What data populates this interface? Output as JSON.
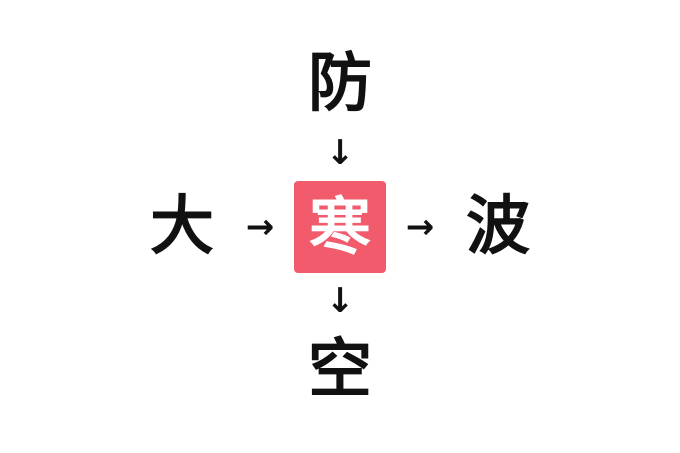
{
  "puzzle": {
    "type": "kanji-crossword",
    "center_kanji": "寒",
    "top_kanji": "防",
    "left_kanji": "大",
    "right_kanji": "波",
    "bottom_kanji": "空",
    "arrows": {
      "top_to_center": "↓",
      "left_to_center": "→",
      "center_to_right": "→",
      "center_to_bottom": "↓"
    },
    "colors": {
      "background": "#ffffff",
      "kanji_text": "#111111",
      "center_box_bg": "#f15b6c",
      "center_box_text": "#ffffff"
    }
  }
}
